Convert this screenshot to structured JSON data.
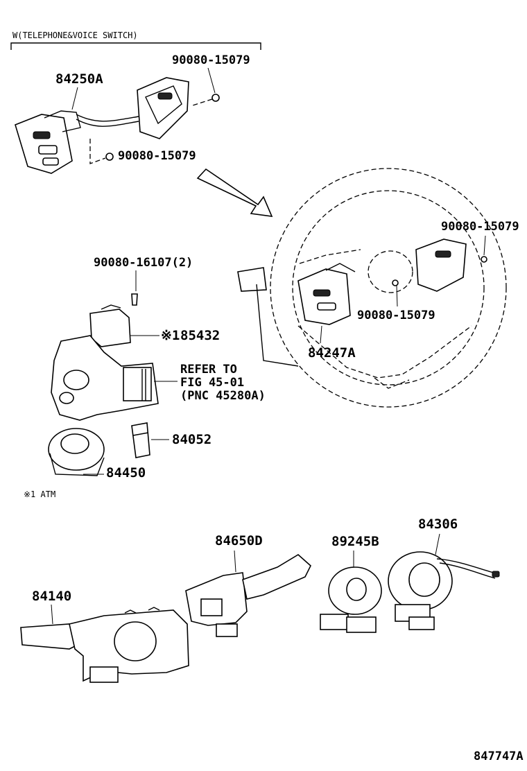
{
  "header": {
    "variant_label": "W(TELEPHONE&VOICE SWITCH)",
    "footnote": "※1 ATM",
    "figure_id": "847747A"
  },
  "callouts": {
    "switch_assy_left": "84250A",
    "screw_top": "90080-15079",
    "screw_mid": "90080-15079",
    "screw_wheel_right": "90080-15079",
    "screw_wheel_center": "90080-15079",
    "wheel_switch": "84247A",
    "bolts": "90080-16107(2)",
    "ecu_part": "85432",
    "ecu_mark": "※1",
    "refer_line1": "REFER TO",
    "refer_line2": "FIG 45-01",
    "refer_line3": "(PNC 45280A)",
    "cylinder_part": "84052",
    "ignition_switch": "84450",
    "wiper_switch": "84650D",
    "turn_switch": "84140",
    "spiral_cable_sub": "89245B",
    "spiral_cable": "84306"
  }
}
